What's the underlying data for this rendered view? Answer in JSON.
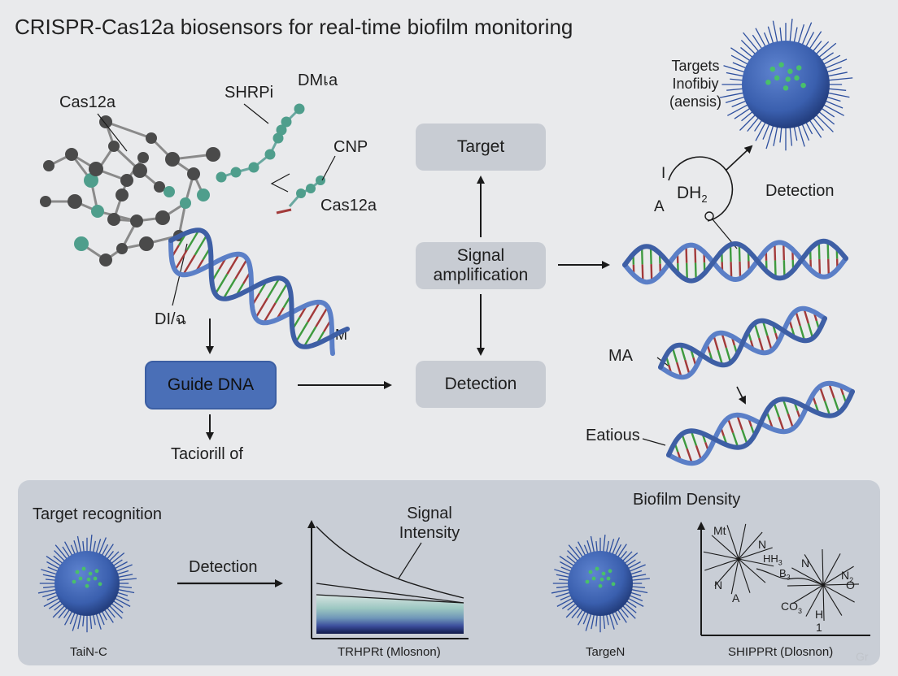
{
  "title": "CRISPR-Cas12a biosensors for real-time biofilm monitoring",
  "molecule_labels": {
    "cas12a_top": "Cas12a",
    "shrpi": "SHRPi",
    "dm": "DMเa",
    "cnp": "CNP",
    "cas12a_right": "Cas12a",
    "di": "DI/ฉ",
    "m": "M"
  },
  "flow": {
    "target": "Target",
    "signal_amplification": "Signal amplification",
    "detection": "Detection",
    "guide_dna": "Guide DNA",
    "below_guide": "Taciorill of"
  },
  "right_column": {
    "targets_text": "Targets Inofibiy (aensis)",
    "ring_labels": {
      "i": "I",
      "a": "A",
      "dh2": "DH",
      "dh2_sub": "2"
    },
    "detection": "Detection",
    "ma": "MA",
    "eatious": "Eatious"
  },
  "bottom": {
    "target_recognition": "Target recognition",
    "detection": "Detection",
    "caption_left": "TaiN-C",
    "signal_intensity": "Signal Intensity",
    "caption_middle": "TRHPRt (Mlosnon)",
    "biofilm_density": "Biofilm Density",
    "caption_right_bacteria": "TargeN",
    "caption_right_chart": "SHIPPRt (Dlosnon)",
    "network_labels": {
      "mt": "Mt",
      "n1": "N",
      "n2": "N",
      "a": "A",
      "hh": "HH",
      "hh_sub": "3",
      "b": "B",
      "b_sub": "3",
      "n3": "N",
      "n4": "N",
      "n4_sub": "2",
      "o": "O",
      "co": "CO",
      "co_sub": "3",
      "h": "H",
      "one": "1"
    }
  },
  "watermark": "Gr",
  "colors": {
    "background": "#e9eaec",
    "gray_box": "#c8ccd3",
    "guide_box": "#4a6fb7",
    "panel": "#c9ced6",
    "dna_strand": "#5b7fc7",
    "base_red": "#a23a3a",
    "base_green": "#3e9a3e",
    "atom_dark": "#4a4a4a",
    "atom_teal": "#4f9e8c",
    "bacterium": "#3d62b3"
  }
}
